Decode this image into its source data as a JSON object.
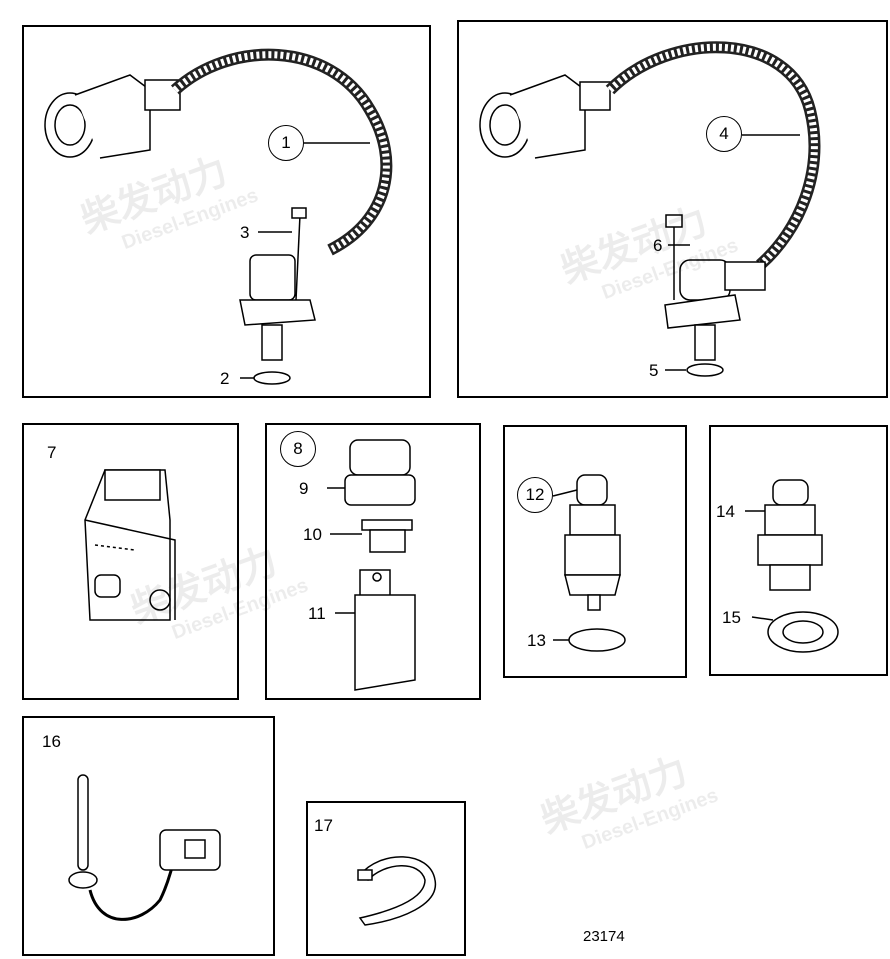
{
  "watermark": {
    "cn": "柴发动力",
    "en": "Diesel-Engines"
  },
  "figure_number": "23174",
  "callouts": {
    "c1": "1",
    "c2": "2",
    "c3": "3",
    "c4": "4",
    "c5": "5",
    "c6": "6",
    "c7": "7",
    "c8": "8",
    "c9": "9",
    "c10": "10",
    "c11": "11",
    "c12": "12",
    "c13": "13",
    "c14": "14",
    "c15": "15",
    "c16": "16",
    "c17": "17"
  }
}
